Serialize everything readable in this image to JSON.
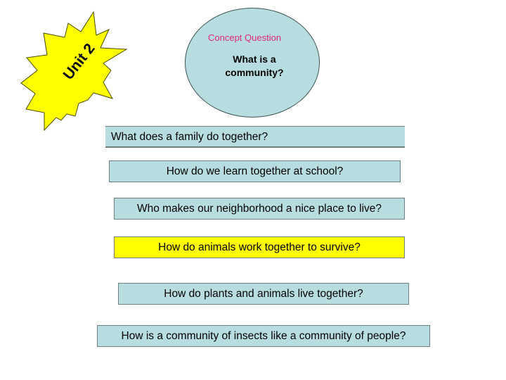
{
  "badge": {
    "label": "Unit 2",
    "fill": "#ffff00",
    "stroke": "#4a4a00"
  },
  "concept": {
    "label": "Concept Question",
    "question": "What is a community?",
    "fill": "#b7dde1",
    "label_color": "#e0287a"
  },
  "questions": [
    {
      "text": "What does a family do together?",
      "fill": "#b7dde1"
    },
    {
      "text": "How do we learn together at school?",
      "fill": "#b7dde1"
    },
    {
      "text": "Who makes our neighborhood a nice place to live?",
      "fill": "#b7dde1"
    },
    {
      "text": "How do animals work together to survive?",
      "fill": "#ffff00"
    },
    {
      "text": "How do plants and animals live together?",
      "fill": "#b7dde1"
    },
    {
      "text": "How is a community of insects like a community of people?",
      "fill": "#b7dde1"
    }
  ]
}
